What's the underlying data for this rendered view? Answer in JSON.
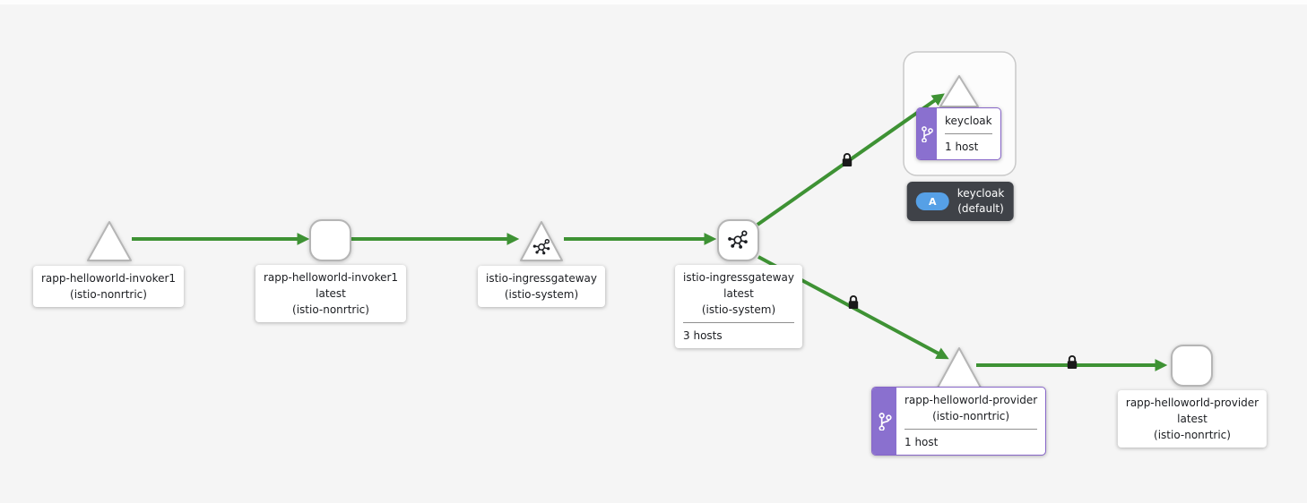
{
  "colors": {
    "background": "#f5f5f5",
    "edge_green": "#3e9234",
    "node_fill": "#ffffff",
    "node_border": "#b5b5b5",
    "group_box_fill": "#fcfcfc",
    "group_box_border": "#c9c9c9",
    "virtual_service_purple": "#8a70cf",
    "virtual_service_border": "#8766c8",
    "appbox_label_bg": "#3f4248",
    "app_badge_blue": "#56a0e6",
    "lock_black": "#1a1a1a",
    "text": "#1b1d21"
  },
  "icons": {
    "service_triangle": "triangle-node-icon",
    "workload_square": "rounded-square-node-icon",
    "gateway_mesh": "mesh-hub-icon",
    "virtual_service": "code-branch-icon",
    "mtls": "lock-icon",
    "application_badge": "A"
  },
  "graph": {
    "nodes": {
      "invoker1_service": {
        "line1": "rapp-helloworld-invoker1",
        "line2": "(istio-nonrtric)"
      },
      "invoker1_workload": {
        "line1": "rapp-helloworld-invoker1",
        "line2": "latest",
        "line3": "(istio-nonrtric)"
      },
      "ingress_service": {
        "line1": "istio-ingressgateway",
        "line2": "(istio-system)"
      },
      "ingress_workload": {
        "line1": "istio-ingressgateway",
        "line2": "latest",
        "line3": "(istio-system)",
        "hosts": "3 hosts"
      },
      "keycloak_service": {
        "title": "keycloak",
        "hosts": "1 host"
      },
      "provider_service": {
        "line1": "rapp-helloworld-provider",
        "line2": "(istio-nonrtric)",
        "hosts": "1 host"
      },
      "provider_workload": {
        "line1": "rapp-helloworld-provider",
        "line2": "latest",
        "line3": "(istio-nonrtric)"
      }
    },
    "app_box": {
      "badge": "A",
      "name": "keycloak",
      "namespace": "(default)"
    }
  }
}
